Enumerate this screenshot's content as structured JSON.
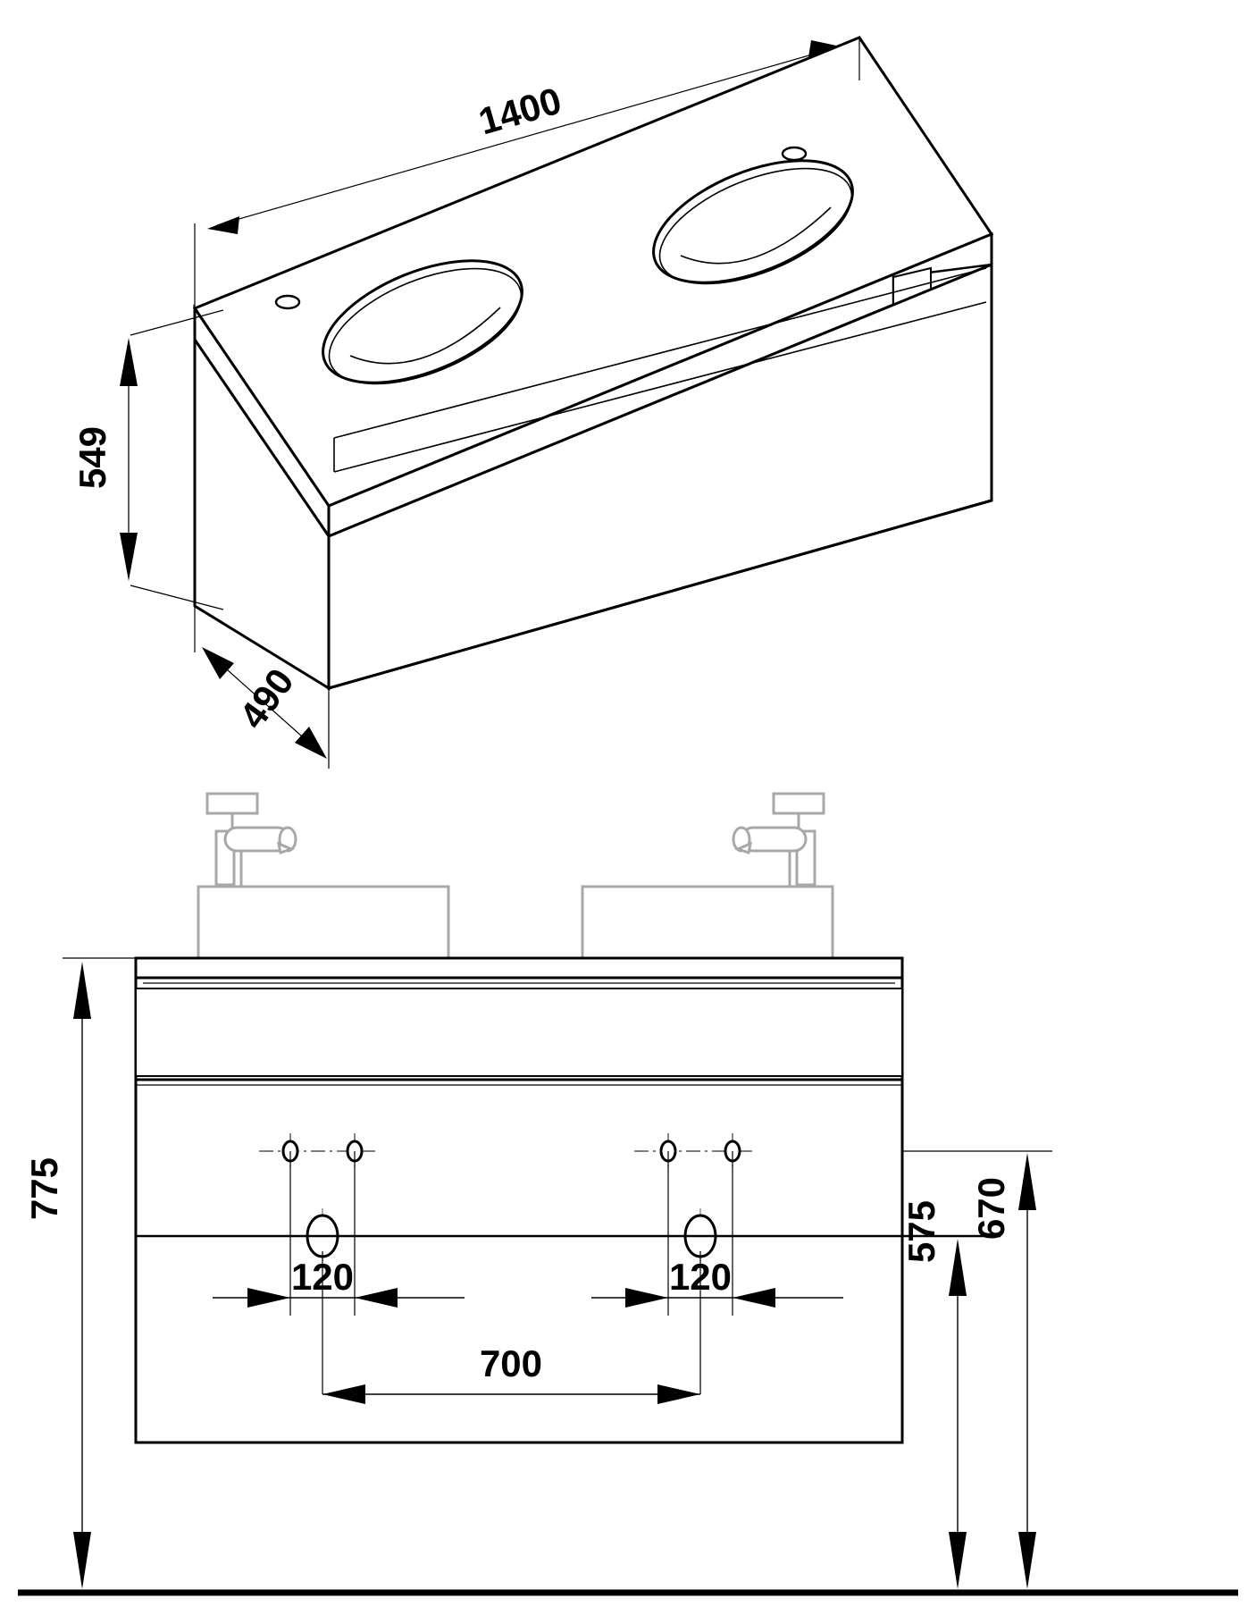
{
  "drawing": {
    "title": "Bathroom vanity unit technical drawing",
    "units": "mm",
    "line_color": "#000000",
    "faucet_color": "#a8a8a8",
    "centerline_color": "#555555",
    "background": "#ffffff"
  },
  "views": {
    "isometric": {
      "name": "isometric-view",
      "description": "Wall hung double washbasin vanity with drawer, shown in 3D perspective"
    },
    "elevation": {
      "name": "front-elevation-view",
      "description": "Front elevation with two basins, faucets and mounting hole positions"
    }
  },
  "dimensions": {
    "width": "1400",
    "height": "549",
    "depth": "490",
    "total_height": "775",
    "hole_spacing_left": "120",
    "hole_spacing_right": "120",
    "basin_center_distance": "700",
    "mount_height_lower": "575",
    "mount_height_upper": "670"
  },
  "features": {
    "basin_left": "basin-left",
    "basin_right": "basin-right",
    "tap_hole_left": "tap-hole-left",
    "tap_hole_right": "tap-hole-right",
    "faucet_left": "faucet-left",
    "faucet_right": "faucet-right",
    "drawer_front": "drawer-front",
    "drawer_gap": "drawer-gap",
    "floor_line": "floor-line"
  }
}
